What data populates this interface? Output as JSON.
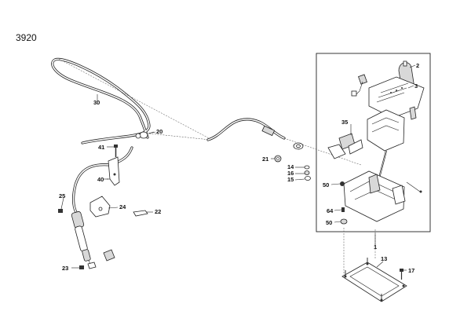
{
  "figure_number": "3920",
  "callouts": {
    "c1": "1",
    "c2": "2",
    "c3": "3",
    "c13": "13",
    "c14": "14",
    "c15": "15",
    "c16": "16",
    "c17": "17",
    "c20": "20",
    "c21": "21",
    "c22": "22",
    "c23": "23",
    "c24": "24",
    "c25": "25",
    "c30": "30",
    "c35": "35",
    "c40": "40",
    "c41": "41",
    "c50a": "50",
    "c50b": "50",
    "c64": "64"
  }
}
